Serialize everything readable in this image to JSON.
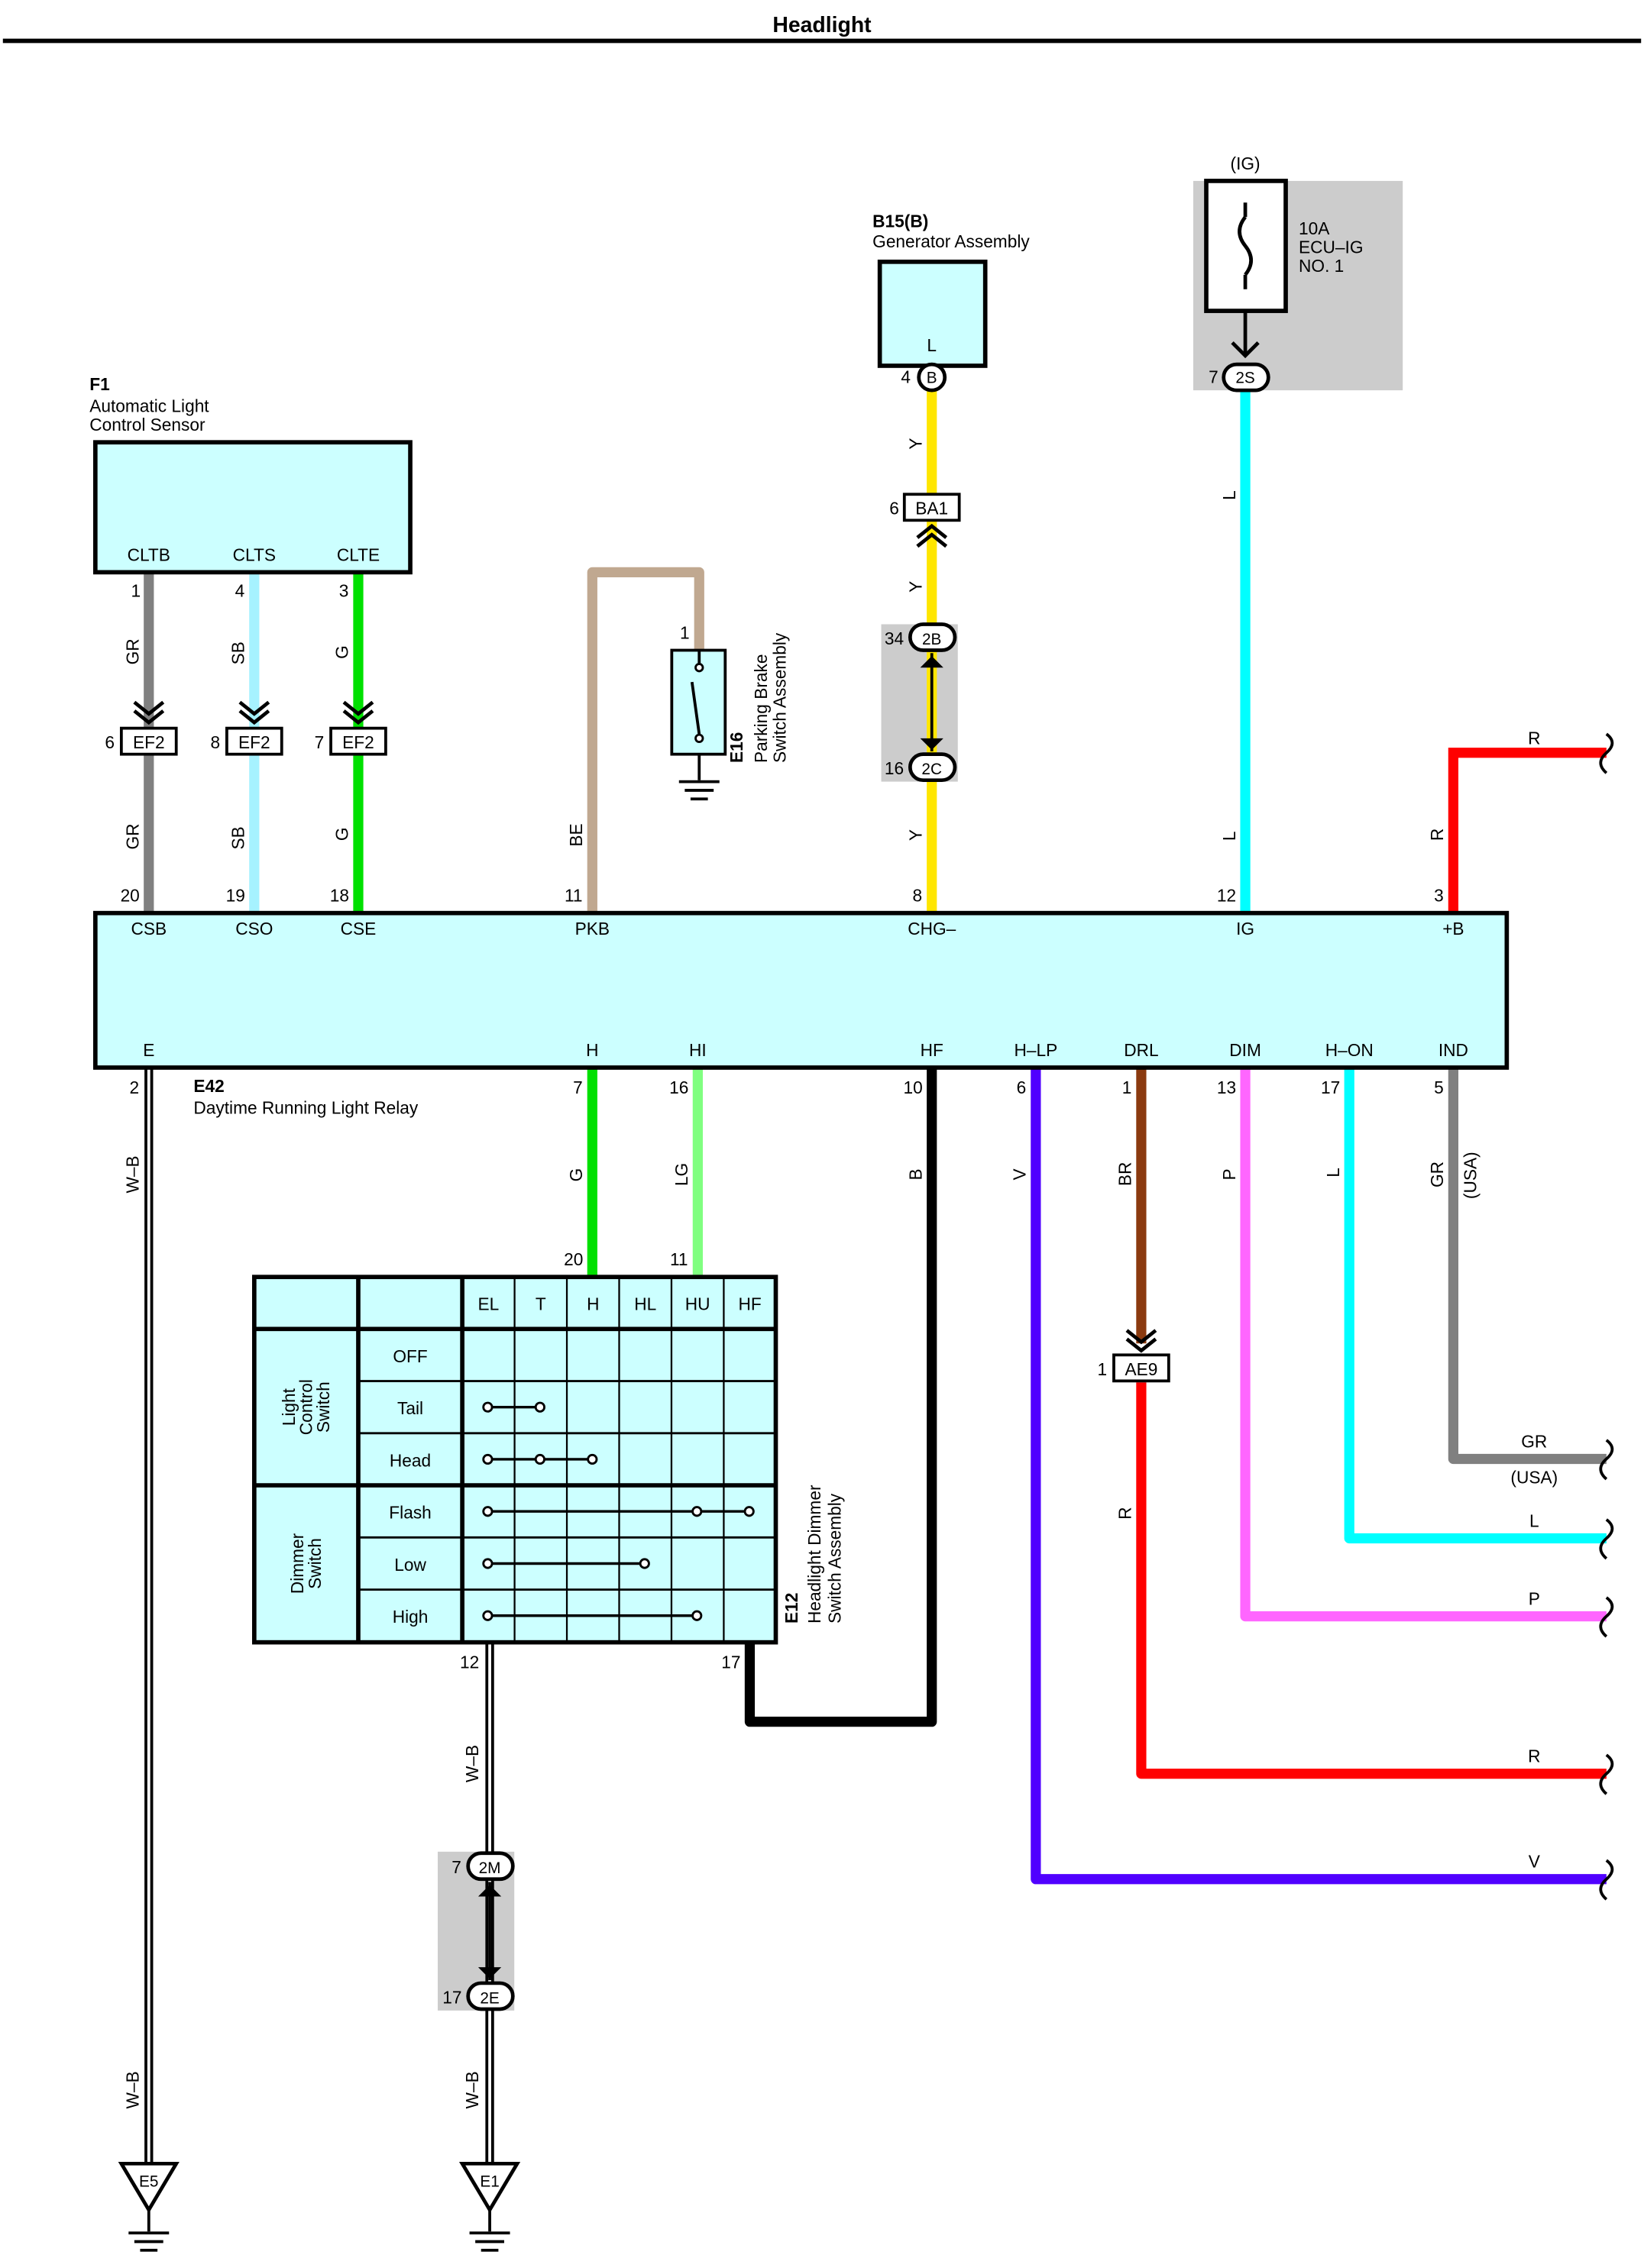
{
  "title": "Headlight",
  "colors": {
    "box_fill": "#ccffff",
    "gray": "#cccccc",
    "GR": "#808080",
    "SB": "#a6f2ff",
    "G": "#00e000",
    "LG": "#80ff80",
    "BE": "#c0a890",
    "Y": "#ffe600",
    "L": "#00ffff",
    "R": "#ff0000",
    "B": "#000000",
    "V": "#5000ff",
    "BR": "#8b3a0f",
    "P": "#ff66ff"
  },
  "components": {
    "f1": {
      "code": "F1",
      "line1": "Automatic Light",
      "line2": "Control Sensor",
      "pins": [
        "CLTB",
        "CLTS",
        "CLTE"
      ],
      "pin_numbers": [
        "1",
        "4",
        "3"
      ]
    },
    "b15": {
      "code": "B15(B)",
      "name": "Generator Assembly",
      "pin": "L",
      "pin_number": "4",
      "conn": "B"
    },
    "fuse": {
      "ig_label": "(IG)",
      "line1": "10A",
      "line2": "ECU–IG",
      "line3": "NO. 1",
      "pin_number": "7",
      "conn": "2S"
    },
    "e16": {
      "code": "E16",
      "line1": "Parking Brake",
      "line2": "Switch Assembly",
      "pin_number": "1"
    },
    "e42": {
      "code": "E42",
      "name": "Daytime Running Light Relay",
      "top_pins": [
        "CSB",
        "CSO",
        "CSE",
        "PKB",
        "CHG–",
        "IG",
        "+B"
      ],
      "top_nums": [
        "20",
        "19",
        "18",
        "11",
        "8",
        "12",
        "3"
      ],
      "bottom_pins": [
        "E",
        "H",
        "HI",
        "HF",
        "H–LP",
        "DRL",
        "DIM",
        "H–ON",
        "IND"
      ],
      "bottom_nums": [
        "2",
        "7",
        "16",
        "10",
        "6",
        "1",
        "13",
        "17",
        "5"
      ]
    },
    "e12": {
      "code": "E12",
      "line1": "Headlight Dimmer",
      "line2": "Switch Assembly",
      "pin_h": "20",
      "pin_hu": "11",
      "pin_el": "12",
      "pin_hf": "17"
    },
    "ground_e5": "E5",
    "ground_e1": "E1"
  },
  "connectors": {
    "ef2_a": {
      "num": "6",
      "name": "EF2"
    },
    "ef2_b": {
      "num": "8",
      "name": "EF2"
    },
    "ef2_c": {
      "num": "7",
      "name": "EF2"
    },
    "ba1": {
      "num": "6",
      "name": "BA1"
    },
    "c2b": {
      "num": "34",
      "name": "2B"
    },
    "c2c": {
      "num": "16",
      "name": "2C"
    },
    "ae9": {
      "num": "1",
      "name": "AE9"
    },
    "c2m": {
      "num": "7",
      "name": "2M"
    },
    "c2e": {
      "num": "17",
      "name": "2E"
    }
  },
  "wire_labels": {
    "cltb_up": "GR",
    "cltb_dn": "GR",
    "clts_up": "SB",
    "clts_dn": "SB",
    "clte_up": "G",
    "clte_dn": "G",
    "pkb": "BE",
    "chg_up1": "Y",
    "chg_up2": "Y",
    "chg_dn": "Y",
    "ig_up": "L",
    "ig_dn": "L",
    "plusb_v": "R",
    "plusb_h": "R",
    "h": "G",
    "hi": "LG",
    "hf": "B",
    "hlp": "V",
    "drl_up": "BR",
    "drl_dn": "R",
    "dim": "P",
    "hon": "L",
    "ind": "GR",
    "ind_usa": "(USA)",
    "e_wire": "W–B",
    "e_ground": "W–B",
    "el_up": "W–B",
    "el_dn": "W–B",
    "out_gr": "GR",
    "out_gr_usa": "(USA)",
    "out_l": "L",
    "out_p": "P",
    "out_r": "R",
    "out_v": "V"
  },
  "switch_table": {
    "columns": [
      "EL",
      "T",
      "H",
      "HL",
      "HU",
      "HF"
    ],
    "group1": [
      "Light",
      "Control",
      "Switch"
    ],
    "group2": [
      "Dimmer",
      "Switch"
    ],
    "rows": [
      {
        "label": "OFF",
        "connects": []
      },
      {
        "label": "Tail",
        "connects": [
          "EL",
          "T"
        ]
      },
      {
        "label": "Head",
        "connects": [
          "EL",
          "T",
          "H"
        ]
      },
      {
        "label": "Flash",
        "connects": [
          "EL",
          "HU",
          "HF"
        ]
      },
      {
        "label": "Low",
        "connects": [
          "EL",
          "HL"
        ]
      },
      {
        "label": "High",
        "connects": [
          "EL",
          "HU"
        ]
      }
    ]
  }
}
